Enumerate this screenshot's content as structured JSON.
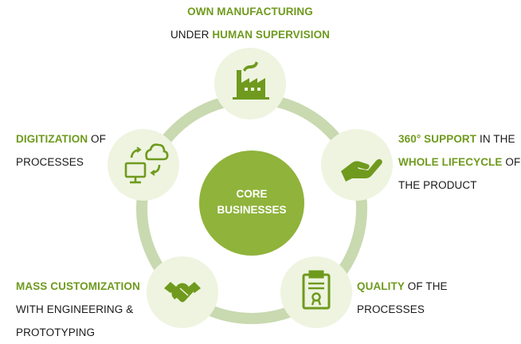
{
  "colors": {
    "accent_green": "#6f9a1e",
    "center_fill": "#8fb33b",
    "node_fill": "#eef4e0",
    "ring": "#c9d9b0",
    "text_dark": "#1a1a1a"
  },
  "center": {
    "line1": "CORE",
    "line2": "BUSINESSES"
  },
  "nodes": [
    {
      "id": "top",
      "icon": "factory-icon",
      "lines": [
        [
          {
            "text": "OWN MANUFACTURING",
            "hl": true
          }
        ],
        [
          {
            "text": "UNDER ",
            "hl": false
          },
          {
            "text": "HUMAN SUPERVISION",
            "hl": true
          }
        ]
      ]
    },
    {
      "id": "right",
      "icon": "hand-support-icon",
      "lines": [
        [
          {
            "text": "360° SUPPORT",
            "hl": true
          },
          {
            "text": " IN THE",
            "hl": false
          }
        ],
        [
          {
            "text": "WHOLE LIFECYCLE",
            "hl": true
          },
          {
            "text": " OF",
            "hl": false
          }
        ],
        [
          {
            "text": "THE PRODUCT",
            "hl": false
          }
        ]
      ]
    },
    {
      "id": "bottom-right",
      "icon": "clipboard-certificate-icon",
      "lines": [
        [
          {
            "text": "QUALITY",
            "hl": true
          },
          {
            "text": " OF THE",
            "hl": false
          }
        ],
        [
          {
            "text": "PROCESSES",
            "hl": false
          }
        ]
      ]
    },
    {
      "id": "bottom-left",
      "icon": "handshake-icon",
      "lines": [
        [
          {
            "text": "MASS CUSTOMIZATION",
            "hl": true
          }
        ],
        [
          {
            "text": "WITH ENGINEERING &",
            "hl": false
          }
        ],
        [
          {
            "text": "PROTOTYPING",
            "hl": false
          }
        ]
      ]
    },
    {
      "id": "left",
      "icon": "cloud-computer-sync-icon",
      "lines": [
        [
          {
            "text": "DIGITIZATION",
            "hl": true
          },
          {
            "text": " OF",
            "hl": false
          }
        ],
        [
          {
            "text": "PROCESSES",
            "hl": false
          }
        ]
      ]
    }
  ]
}
